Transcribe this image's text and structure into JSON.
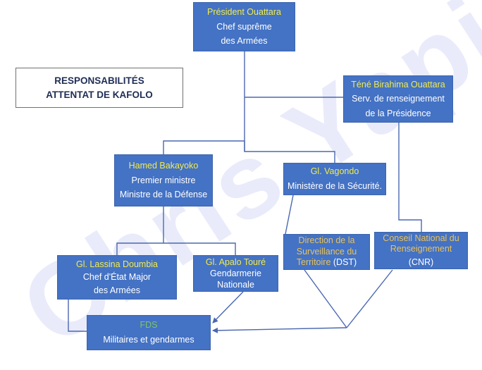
{
  "watermark": "Chris Yapi",
  "title": {
    "line1": "RESPONSABILITÉS",
    "line2": "ATTENTAT DE KAFOLO"
  },
  "colors": {
    "box_fill": "#4472c4",
    "name_text": "#f2ec4a",
    "orange_text": "#e8c25a",
    "green_text": "#7fc46a",
    "line": "#4a68b0"
  },
  "nodes": {
    "president": {
      "name": "Président Ouattara",
      "line1": "Chef suprême",
      "line2": "des Armées"
    },
    "tene": {
      "name": "Téné Birahima Ouattara",
      "line1": "Serv. de renseignement",
      "line2": "de la Présidence"
    },
    "bakayoko": {
      "name": "Hamed Bakayoko",
      "line1": "Premier ministre",
      "line2": "Ministre de la Défense"
    },
    "vagondo": {
      "name": "Gl. Vagondo",
      "line1": "Ministère de la Sécurité."
    },
    "dst": {
      "line1": "Direction de la",
      "line2": "Surveillance du",
      "line3_a": "Territoire",
      "line3_b": " (DST)"
    },
    "cnr": {
      "line1": "Conseil National du",
      "line2": "Renseignement",
      "line3": "(CNR)"
    },
    "doumbia": {
      "name": "Gl. Lassina Doumbia",
      "line1": "Chef d'État Major",
      "line2": "des Armées"
    },
    "toure": {
      "name": "Gl. Apalo Touré",
      "line1": "Gendarmerie",
      "line2": "Nationale"
    },
    "fds": {
      "name": "FDS",
      "line1": "Militaires et gendarmes"
    }
  }
}
